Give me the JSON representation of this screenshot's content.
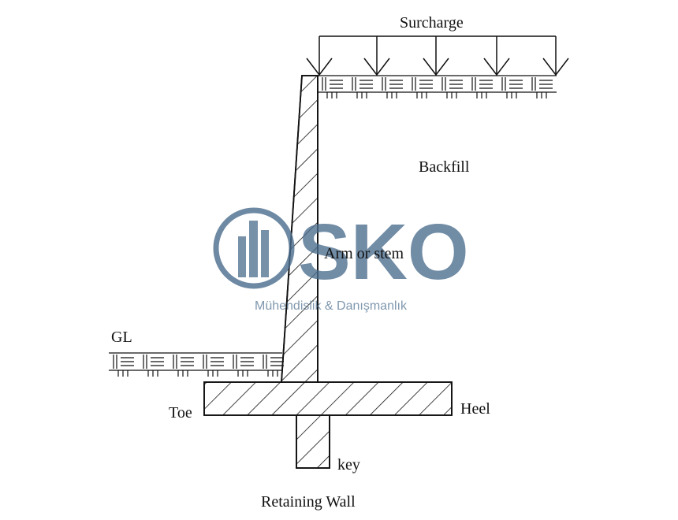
{
  "labels": {
    "surcharge": "Surcharge",
    "backfill": "Backfill",
    "stem": "Arm or stem",
    "gl": "GL",
    "toe": "Toe",
    "heel": "Heel",
    "key": "key",
    "caption": "Retaining Wall"
  },
  "watermark": {
    "brand": "SKO",
    "tagline": "Mühendislik & Danışmanlık",
    "logo_icon": "building-circle-icon",
    "color": "#4a6c8c"
  },
  "colors": {
    "line": "#111111",
    "background": "#ffffff"
  }
}
